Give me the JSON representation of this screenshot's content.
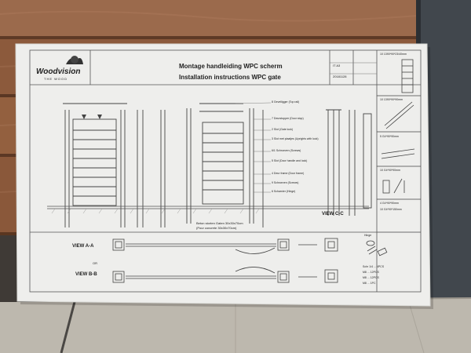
{
  "sheet": {
    "brand": "Woodvision",
    "brand_sub": "THE WOOD",
    "title_nl": "Montage handleiding WPC scherm",
    "title_en": "Installation instructions WPC gate",
    "doc_code": "IT  A3",
    "doc_date": "20181128"
  },
  "labels": {
    "view_cc": "VIEW C-C",
    "view_aa": "VIEW A-A",
    "view_bb": "VIEW B-B",
    "or": "OR",
    "concrete": "Beton storten Gaten 30x30x70cm",
    "concrete_en": "(Pour concrete 30x30x70cm)"
  },
  "callouts": [
    "8 Gevelligger (Top rail)",
    "7 Deurstopper (Door stop)",
    "2 Slot (Gate lock)",
    "3 Slot met plaatjes (Uprights with lock)",
    "6/1 Schroeven (Screws)",
    "5 Slot (Door handle and lock)",
    "4 Deur frame (Door frame)",
    "9 Schroeven (Screws)",
    "6 Scharnier (Hinge)"
  ],
  "parts": [
    "10 1390*90*23/40mm",
    "10 1390*90*90mm",
    "5 G4*90*90mm",
    "10 G4*90*90mm",
    "4 G4*90*90mm",
    "10 G4*90*150mm",
    "Hinge"
  ],
  "parts_list": [
    "Hinge",
    "Schr 1/4 ... 4PCS",
    "M8 ... 12PCS",
    "M8 ... 12PCS",
    "M8 ... 1PC"
  ]
}
